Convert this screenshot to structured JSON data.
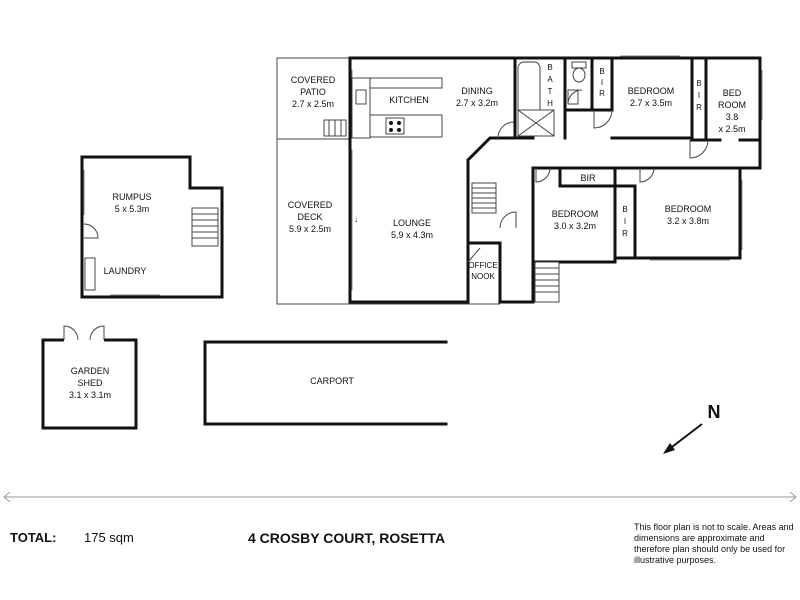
{
  "rooms": {
    "covered_patio": {
      "name_1": "COVERED",
      "name_2": "PATIO",
      "size": "2.7 x 2.5m"
    },
    "kitchen": {
      "name": "KITCHEN"
    },
    "dining": {
      "name": "DINING",
      "size": "2.7 x 3.2m"
    },
    "bath": {
      "l1": "B",
      "l2": "A",
      "l3": "T",
      "l4": "H"
    },
    "bir_1": {
      "l1": "B",
      "l2": "I",
      "l3": "R"
    },
    "bedroom_1": {
      "name": "BEDROOM",
      "size": "2.7 x 3.5m"
    },
    "bir_2": {
      "l1": "B",
      "l2": "I",
      "l3": "R"
    },
    "bedroom_2": {
      "name_1": "BED",
      "name_2": "ROOM",
      "size_1": "3.8",
      "size_2": "x 2.5m"
    },
    "covered_deck": {
      "name_1": "COVERED",
      "name_2": "DECK",
      "size": "5.9 x 2.5m"
    },
    "lounge": {
      "name": "LOUNGE",
      "size": "5.9 x 4.3m"
    },
    "bir_3": {
      "name": "BIR"
    },
    "bedroom_3": {
      "name": "BEDROOM",
      "size": "3.0 x 3.2m"
    },
    "bir_4": {
      "l1": "B",
      "l2": "I",
      "l3": "R"
    },
    "bedroom_4": {
      "name": "BEDROOM",
      "size": "3.2 x 3.8m"
    },
    "office_nook": {
      "name_1": "OFFICE",
      "name_2": "NOOK"
    },
    "rumpus": {
      "name": "RUMPUS",
      "size": "5 x 5.3m"
    },
    "laundry": {
      "name": "LAUNDRY"
    },
    "garden_shed": {
      "name_1": "GARDEN",
      "name_2": "SHED",
      "size": "3.1 x 3.1m"
    },
    "carport": {
      "name": "CARPORT"
    }
  },
  "compass": {
    "label": "N",
    "icon": "north-arrow-icon"
  },
  "footer": {
    "total_label": "TOTAL:",
    "total_value": "175 sqm",
    "address": "4 CROSBY COURT, ROSETTA",
    "disclaimer": "This floor plan is not to scale. Areas and dimensions are approximate and therefore plan should only be used for illustrative purposes."
  }
}
